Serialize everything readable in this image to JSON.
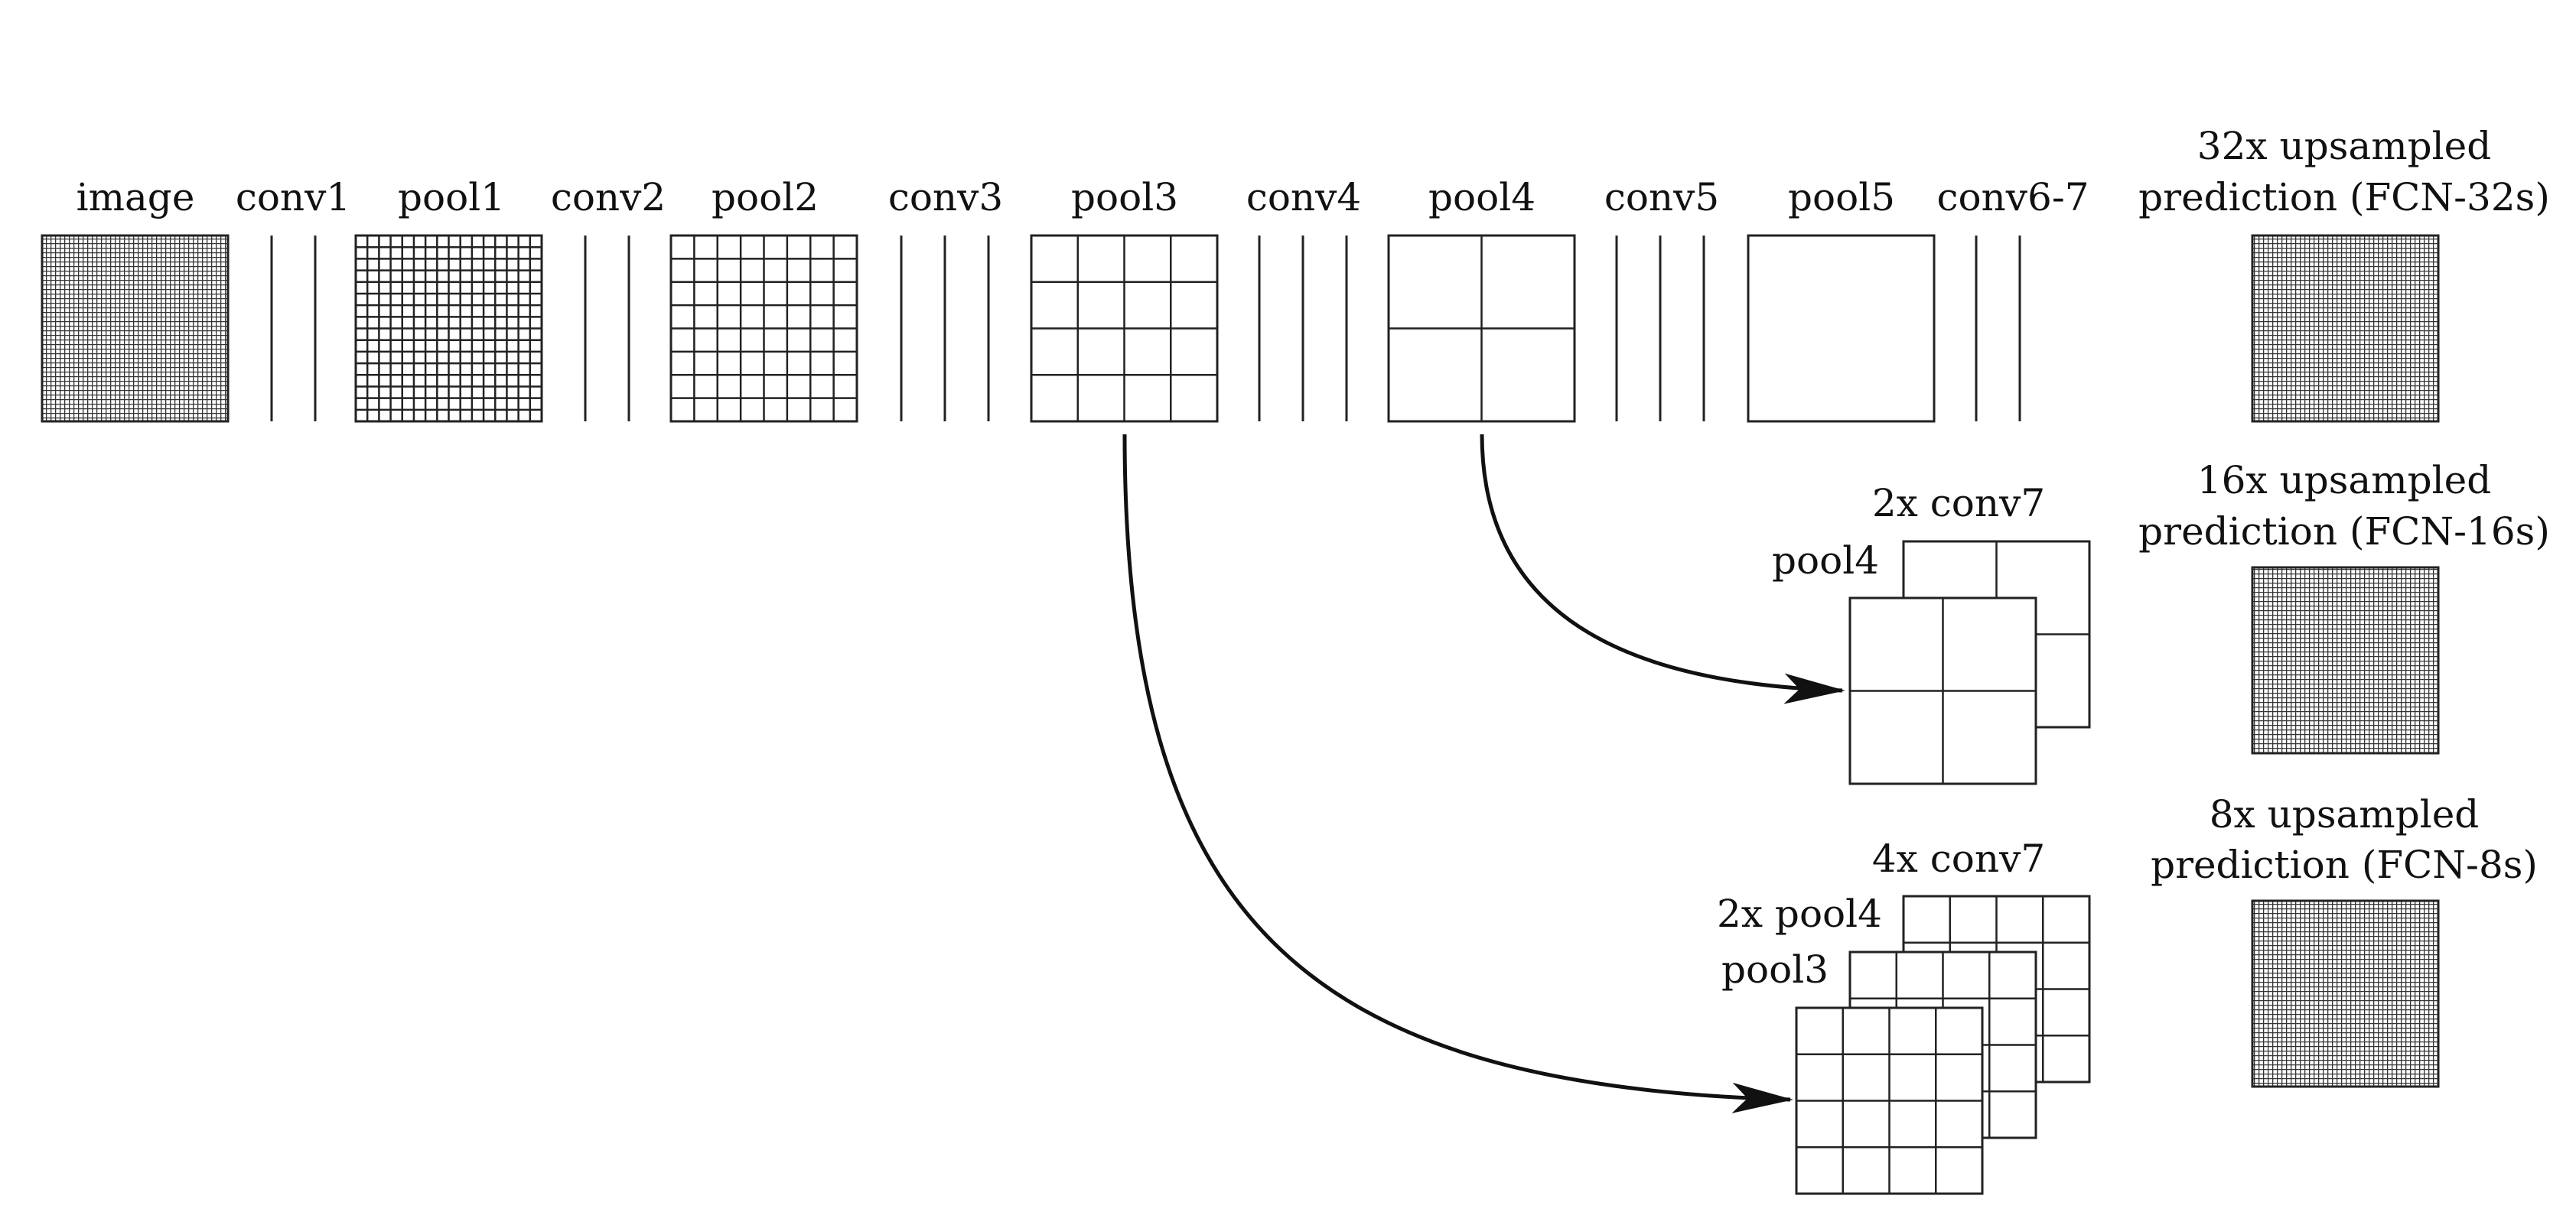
{
  "labels": {
    "image": "image",
    "conv1": "conv1",
    "pool1": "pool1",
    "conv2": "conv2",
    "pool2": "pool2",
    "conv3": "conv3",
    "pool3": "pool3",
    "conv4": "conv4",
    "pool4": "pool4",
    "conv5": "conv5",
    "pool5": "pool5",
    "conv67": "conv6-7",
    "fcn32_line1": "32x upsampled",
    "fcn32_line2": "prediction (FCN-32s)",
    "fcn16_line1": "16x upsampled",
    "fcn16_line2": "prediction (FCN-16s)",
    "fcn8_line1": "8x upsampled",
    "fcn8_line2": "prediction (FCN-8s)",
    "conv7_2x": "2x conv7",
    "pool4_stack": "pool4",
    "conv7_4x": "4x conv7",
    "pool4_2x": "2x pool4",
    "pool3_stack": "pool3"
  },
  "colors": {
    "stroke": "#222222",
    "background": "#ffffff"
  }
}
